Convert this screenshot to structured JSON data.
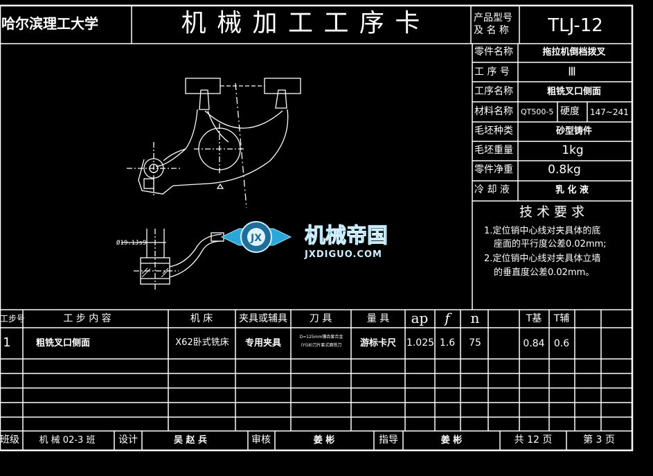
{
  "header": {
    "school": "哈尔滨理工大学",
    "title": "机 械 加 工 工 序 卡",
    "product_label": "产品型号\n及 名 称",
    "product_value": "TLJ-12"
  },
  "info": {
    "part_name_label": "零件名称",
    "part_name": "拖拉机倒档拨叉",
    "op_no_label": "工 序 号",
    "op_no": "Ⅲ",
    "op_name_label": "工序名称",
    "op_name": "粗铣叉口侧面",
    "material_label": "材料名称",
    "material": "QT500-5",
    "hardness_label": "硬度",
    "hardness": "147~241",
    "blank_type_label": "毛坯种类",
    "blank_type": "砂型铸件",
    "blank_weight_label": "毛坯重量",
    "blank_weight": "1kg",
    "part_weight_label": "零件净重",
    "part_weight": "0.8kg",
    "coolant_label": "冷 却 液",
    "coolant": "乳 化 液"
  },
  "tech": {
    "title": "技 术 要 求",
    "line1": "1.定位销中心线对夹具体的底",
    "line2": "座面的平行度公差0.02mm;",
    "line3": "2.定位销中心线对夹具体立墙",
    "line4": "的垂直度公差0.02mm。"
  },
  "drawing": {
    "dim_label": "Ø19.1Js9"
  },
  "watermark": {
    "name": "机械帝国",
    "url": "JXDIGUO.COM"
  },
  "table": {
    "headers": {
      "step": "工步号",
      "content": "工 步 内 容",
      "machine": "机 床",
      "fixture": "夹具或辅具",
      "tool": "刀 具",
      "gauge": "量 具",
      "ap": "ap",
      "f": "f",
      "n": "n",
      "tj": "T基",
      "tf": "T辅"
    },
    "row": {
      "step": "1",
      "content": "粗铣叉口侧面",
      "machine": "X62卧式铣床",
      "fixture": "专用夹具",
      "tool_line1": "D=125mm镶齿套合金",
      "tool_line2": "(YG8)刀片套式面铣刀",
      "gauge": "游标卡尺",
      "ap": "1.025",
      "f": "1.6",
      "n": "75",
      "tj": "0.84",
      "tf": "0.6"
    }
  },
  "footer": {
    "class_label": "班级",
    "class_value": "机 械 02-3 班",
    "design_label": "设计",
    "design_value": "吴 赵 兵",
    "review_label": "审核",
    "review_value": "姜 彬",
    "guide_label": "指导",
    "guide_value": "姜 彬",
    "total_pages": "共 12 页",
    "page_no": "第 3 页"
  },
  "colors": {
    "background": "#000000",
    "lines": "#ffffff",
    "watermark_blue": "#2aa7d8"
  }
}
